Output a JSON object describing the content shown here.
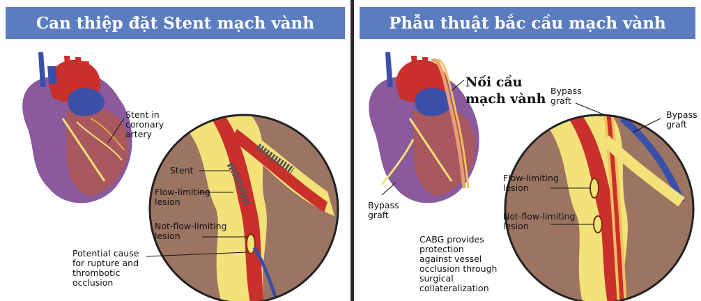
{
  "left": {
    "title": "Can thiệp đặt Stent mạch vành",
    "labels": {
      "stent_in_artery": "Stent in\ncoronary\nartery",
      "stent": "Stent",
      "flow_limiting": "Flow-limiting\nlesion",
      "not_flow_limiting": "Not-flow-limiting\nlesion",
      "potential_cause": "Potential cause\nfor rupture and\nthrombotic\nocclusion"
    }
  },
  "right": {
    "title": "Phẫu thuật bắc cầu mạch vành",
    "labels": {
      "noi_cau": "Nối cầu\nmạch vành",
      "bypass_graft_top": "Bypass\ngraft",
      "bypass_graft_right": "Bypass\ngraft",
      "bypass_graft_left": "Bypass\ngraft",
      "flow_limiting": "Flow-limiting\nlesion",
      "not_flow_limiting": "Not-flow-limiting\nlesion",
      "cabg": "CABG provides\nprotection\nagainst vessel\nocclusion through\nsurgical\ncollateralization"
    }
  },
  "colors": {
    "header": "#5b7dbf",
    "divider": "#2a2a2a",
    "vessel_red": "#c9302c",
    "vein_blue": "#3a4fa8",
    "plaque_yellow": "#f3e27a",
    "tissue_brown": "#9c7562",
    "heart_purple": "#8a5a9c"
  },
  "icons": [
    "heart-illustration",
    "magnified-artery-circle"
  ]
}
